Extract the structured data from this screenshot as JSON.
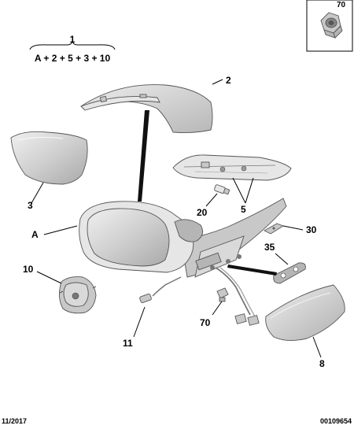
{
  "kit": {
    "number": "1",
    "formula": "A + 2 + 5 + 3 + 10"
  },
  "callouts": {
    "glass": "3",
    "cap": "2",
    "indicator": "5",
    "bulb": "20",
    "mirror_body": "A",
    "bracket": "30",
    "gasket": "35",
    "motor": "10",
    "connector": "11",
    "clip": "70",
    "lower_cover": "8"
  },
  "inset": {
    "label": "70"
  },
  "footer": {
    "date": "11/2017",
    "reference": "00109654"
  },
  "icons": {
    "nut": "hex-nut-icon"
  }
}
